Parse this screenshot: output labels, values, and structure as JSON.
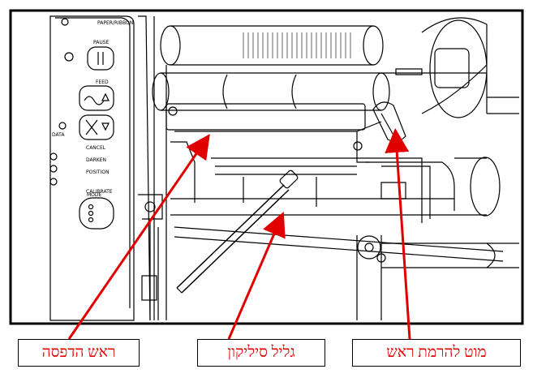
{
  "callouts": {
    "print_head": "ראש הדפסה",
    "silicone_roller": "גליל סיליקון",
    "head_lift_lever": "מוט להרמת ראש"
  },
  "panel": {
    "paper_ribbon": "PAPER/RIBBON",
    "pause": "PAUSE",
    "feed": "FEED",
    "data": "DATA",
    "cancel": "CANCEL",
    "darken": "DARKEN",
    "position": "POSITION",
    "calibrate": "CALIBRATE",
    "mode": "MODE"
  },
  "colors": {
    "arrow": "#e00000",
    "label_text": "#e00000",
    "line_art": "#000000"
  }
}
